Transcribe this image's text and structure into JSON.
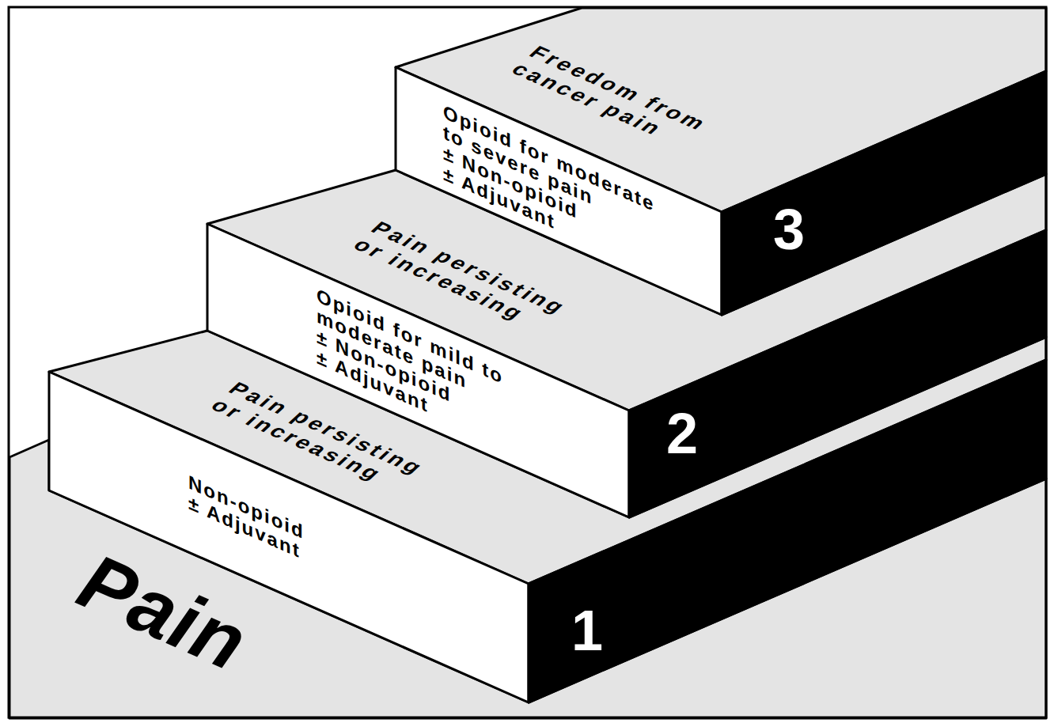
{
  "diagram": {
    "nodes": [
      {
        "text": [
          "Pain"
        ]
      },
      {
        "text": [
          "Non-opioid ± Adjuvant",
          "1",
          "Pain persisting or increasing"
        ]
      },
      {
        "text": [
          "Opioid for mild to moderate pain ± Non-opioid ± Adjuvant",
          "2",
          "Pain persisting or increasing"
        ]
      },
      {
        "text": [
          "Opioid for moderate to severe pain ± Non-opioid ± Adjuvant",
          "3",
          "Freedom from cancer pain"
        ]
      }
    ]
  }
}
